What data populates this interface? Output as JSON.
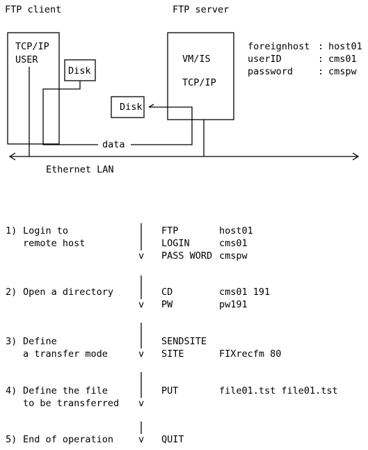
{
  "diagram": {
    "client_label": "FTP client",
    "server_label": "FTP server",
    "client_box": [
      "TCP/IP",
      "USER"
    ],
    "client_disk": "Disk",
    "server_box": [
      "VM/IS",
      "TCP/IP"
    ],
    "server_disk": "Disk",
    "data_label": "data",
    "lan_label": "Ethernet LAN",
    "login_info": [
      {
        "key": "foreignhost",
        "sep": ":",
        "value": "host01"
      },
      {
        "key": "userID",
        "sep": ":",
        "value": "cms01"
      },
      {
        "key": "password",
        "sep": ":",
        "value": "cmspw"
      }
    ]
  },
  "steps": [
    {
      "number": "1)",
      "description": [
        "Login to",
        "remote host"
      ],
      "commands": [
        {
          "cmd": "FTP",
          "arg": "host01"
        },
        {
          "cmd": "LOGIN",
          "arg": "cms01"
        },
        {
          "cmd": "PASS WORD",
          "arg": "cmspw"
        }
      ]
    },
    {
      "number": "2)",
      "description": [
        "Open a directory"
      ],
      "commands": [
        {
          "cmd": "CD",
          "arg": "cms01 191"
        },
        {
          "cmd": "PW",
          "arg": "pw191"
        }
      ]
    },
    {
      "number": "3)",
      "description": [
        "Define",
        "a transfer mode"
      ],
      "commands": [
        {
          "cmd": "SENDSITE",
          "arg": ""
        },
        {
          "cmd": "SITE",
          "arg": "FIXrecfm 80"
        }
      ]
    },
    {
      "number": "4)",
      "description": [
        "Define the file",
        "to be transferred"
      ],
      "commands": [
        {
          "cmd": "PUT",
          "arg": "file01.tst file01.tst"
        }
      ]
    },
    {
      "number": "5)",
      "description": [
        "End of operation"
      ],
      "commands": [
        {
          "cmd": "QUIT",
          "arg": ""
        }
      ]
    }
  ],
  "flow_arrow_glyph": "v"
}
